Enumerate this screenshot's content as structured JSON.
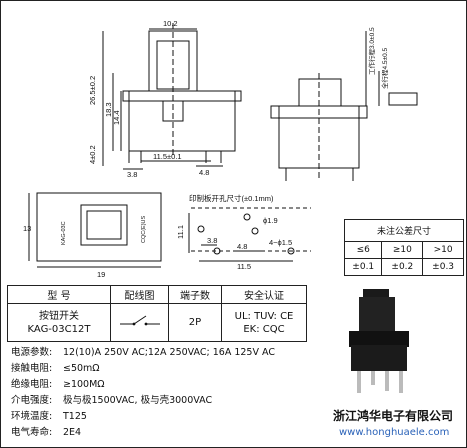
{
  "drawing": {
    "dims": {
      "top_width": "10.2",
      "total_height": "26.5±0.2",
      "body_height": "18.3",
      "inner_height": "14.4",
      "pin_height": "4±0.2",
      "pitch_wide": "11.5±0.1",
      "pitch_right": "4.8",
      "pitch_left": "3.8",
      "travel_work": "工作行程3.0±0.5",
      "travel_full": "全行程4.5±0.5",
      "bottom_height": "13",
      "bottom_width": "19",
      "pcb_title": "印制板开孔尺寸(±0.1mm)",
      "hole_small": "ϕ1.9",
      "hole_big": "4−ϕ1.5",
      "pcb_3_8": "3.8",
      "pcb_4_8": "4.8",
      "pcb_11_5": "11.5",
      "pcb_11_1": "11.1",
      "switch_marking": "KAG-03C",
      "switch_marking2": "CQC(E)US"
    },
    "tolerance": {
      "title": "未注公差尺寸",
      "headers": [
        "≤6",
        "≥10",
        ">10"
      ],
      "values": [
        "±0.1",
        "±0.2",
        "±0.3"
      ]
    }
  },
  "info_table": {
    "headers": [
      "型  号",
      "配线图",
      "端子数",
      "安全认证"
    ],
    "model": "按钮开关",
    "model_code": "KAG-03C12T",
    "terminals": "2P",
    "cert_line1": "UL: TUV: CE",
    "cert_line2": "EK: CQC"
  },
  "specs": [
    {
      "label": "电源参数:",
      "value": "12(10)A 250V AC;12A 250VAC; 16A 125V AC"
    },
    {
      "label": "接触电阻:",
      "value": "≤50mΩ"
    },
    {
      "label": "绝缘电阻:",
      "value": "≥100MΩ"
    },
    {
      "label": "介电强度:",
      "value": "极与极1500VAC, 极与壳3000VAC"
    },
    {
      "label": "环境温度:",
      "value": "T125"
    },
    {
      "label": "电气寿命:",
      "value": "2E4"
    }
  ],
  "company": {
    "name": "浙江鸿华电子有限公司",
    "url": "www.honghuaele.com"
  }
}
